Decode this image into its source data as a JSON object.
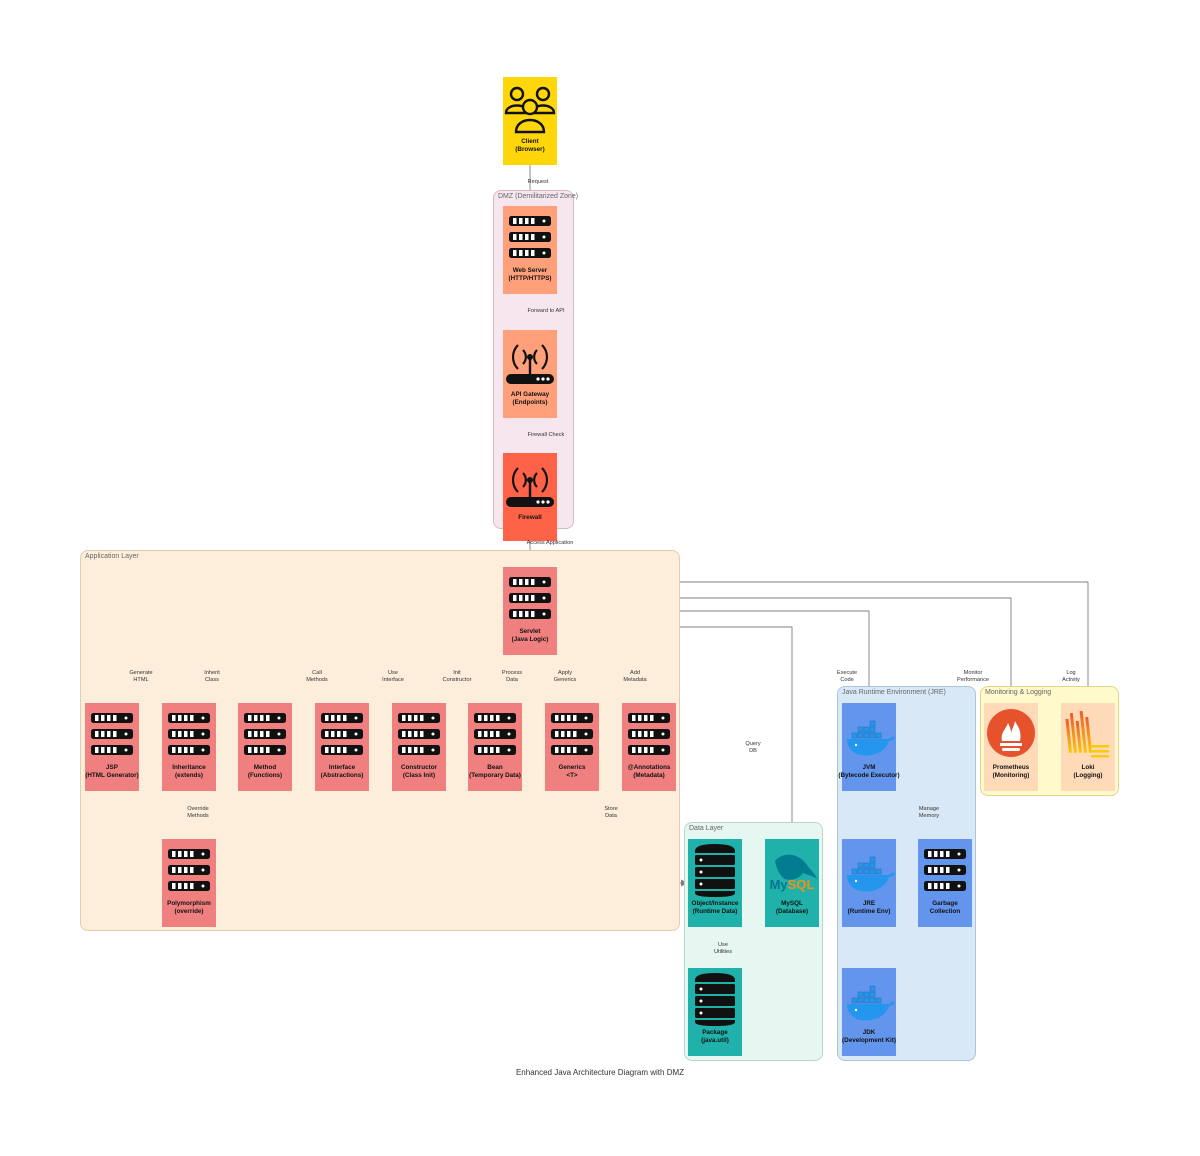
{
  "title": "Enhanced Java Architecture Diagram with DMZ",
  "colors": {
    "client": "#ffd60a",
    "dmz_node": "#ffa07a",
    "firewall": "#ff6347",
    "app_node": "#f08080",
    "docker": "#6495ed",
    "data_node": "#20b2aa",
    "monitor_node": "#ffdab9",
    "dmz_bg": "#f6e7ee",
    "app_bg": "#fdeedc",
    "jre_bg": "#d8e8f6",
    "data_bg": "#e6f6f1",
    "mon_bg": "#fff9cc",
    "edge": "#7f7f7f"
  },
  "clusters": {
    "dmz": "DMZ (Demilitarized Zone)",
    "app": "Application Layer",
    "jre": "Java Runtime Environment (JRE)",
    "data": "Data Layer",
    "mon": "Monitoring & Logging"
  },
  "nodes": {
    "client": {
      "label": "Client\n(Browser)",
      "icon": "users-icon"
    },
    "web": {
      "label": "Web Server\n(HTTP/HTTPS)",
      "icon": "server-icon"
    },
    "api": {
      "label": "API Gateway\n(Endpoints)",
      "icon": "router-icon"
    },
    "fw": {
      "label": "Firewall",
      "icon": "router-icon"
    },
    "servlet": {
      "label": "Servlet\n(Java Logic)",
      "icon": "server-icon"
    },
    "jsp": {
      "label": "JSP\n(HTML Generator)",
      "icon": "server-icon"
    },
    "inh": {
      "label": "Inheritance\n(extends)",
      "icon": "server-icon"
    },
    "meth": {
      "label": "Method\n(Functions)",
      "icon": "server-icon"
    },
    "intf": {
      "label": "Interface\n(Abstractions)",
      "icon": "server-icon"
    },
    "ctor": {
      "label": "Constructor\n(Class Init)",
      "icon": "server-icon"
    },
    "bean": {
      "label": "Bean\n(Temporary Data)",
      "icon": "server-icon"
    },
    "gen": {
      "label": "Generics\n<T>",
      "icon": "server-icon"
    },
    "ann": {
      "label": "@Annotations\n(Metadata)",
      "icon": "server-icon"
    },
    "poly": {
      "label": "Polymorphism\n(override)",
      "icon": "server-icon"
    },
    "jvm": {
      "label": "JVM\n(Bytecode Executor)",
      "icon": "docker-icon"
    },
    "jre": {
      "label": "JRE\n(Runtime Env)",
      "icon": "docker-icon"
    },
    "gc": {
      "label": "Garbage\nCollection",
      "icon": "server-icon"
    },
    "jdk": {
      "label": "JDK\n(Development Kit)",
      "icon": "docker-icon"
    },
    "obj": {
      "label": "Object/Instance\n(Runtime Data)",
      "icon": "database-icon"
    },
    "mysql": {
      "label": "MySQL\n(Database)",
      "icon": "mysql-dolphin-icon"
    },
    "pkg": {
      "label": "Package\n(java.util)",
      "icon": "database-icon"
    },
    "prom": {
      "label": "Prometheus\n(Monitoring)",
      "icon": "prometheus-flame-icon"
    },
    "loki": {
      "label": "Loki\n(Logging)",
      "icon": "loki-bars-icon"
    }
  },
  "edges": {
    "request": "Request",
    "forward": "Forward to API",
    "fwcheck": "Firewall Check",
    "access": "Access Application",
    "gen_html": "Generate\nHTML",
    "inherit": "Inherit\nClass",
    "call": "Call\nMethods",
    "use_intf": "Use\nInterface",
    "init": "Init\nConstructor",
    "process": "Process\nData",
    "apply": "Apply\nGenerics",
    "add_meta": "Add\nMetadata",
    "exec": "Execute\nCode",
    "monitor": "Monitor\nPerformance",
    "log": "Log\nActivity",
    "query": "Query\nDB",
    "override": "Override\nMethods",
    "store": "Store\nData",
    "manage": "Manage\nMemory",
    "use_util": "Use\nUtilities"
  }
}
